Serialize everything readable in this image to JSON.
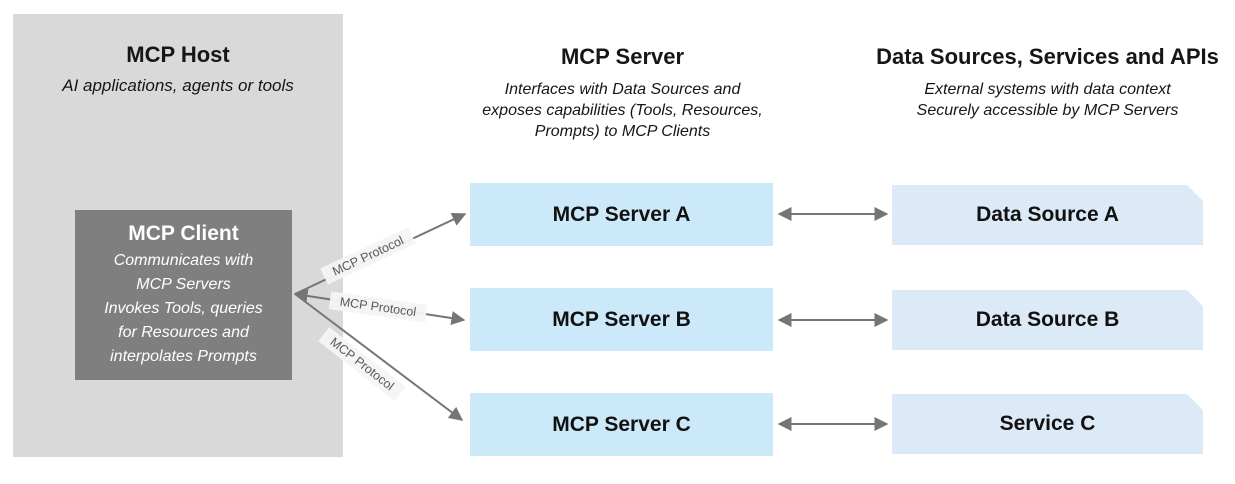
{
  "diagram": {
    "host": {
      "title": "MCP Host",
      "subtitle": "AI applications, agents or tools",
      "client": {
        "title": "MCP Client",
        "lines": [
          "Communicates with",
          "MCP Servers",
          "Invokes Tools, queries",
          "for Resources and",
          "interpolates Prompts"
        ]
      }
    },
    "servers": {
      "heading": "MCP Server",
      "subtitle_lines": [
        "Interfaces with Data Sources and",
        "exposes capabilities (Tools, Resources,",
        "Prompts) to MCP Clients"
      ],
      "items": [
        {
          "label": "MCP Server A"
        },
        {
          "label": "MCP Server B"
        },
        {
          "label": "MCP Server C"
        }
      ]
    },
    "sources": {
      "heading": "Data Sources, Services and APIs",
      "subtitle_lines": [
        "External systems with data context",
        "Securely accessible by MCP Servers"
      ],
      "items": [
        {
          "label": "Data Source A"
        },
        {
          "label": "Data Source B"
        },
        {
          "label": "Service C"
        }
      ]
    },
    "protocol_labels": [
      {
        "label": "MCP Protocol"
      },
      {
        "label": "MCP Protocol"
      },
      {
        "label": "MCP Protocol"
      }
    ],
    "colors": {
      "host_panel": "#d9d9d9",
      "client_box": "#7f7f7f",
      "server_box": "#cbe9f9",
      "source_box": "#dce9f6",
      "arrow": "#757575",
      "protocol_label_bg": "#f4f4f4",
      "protocol_label_text": "#595959"
    }
  }
}
